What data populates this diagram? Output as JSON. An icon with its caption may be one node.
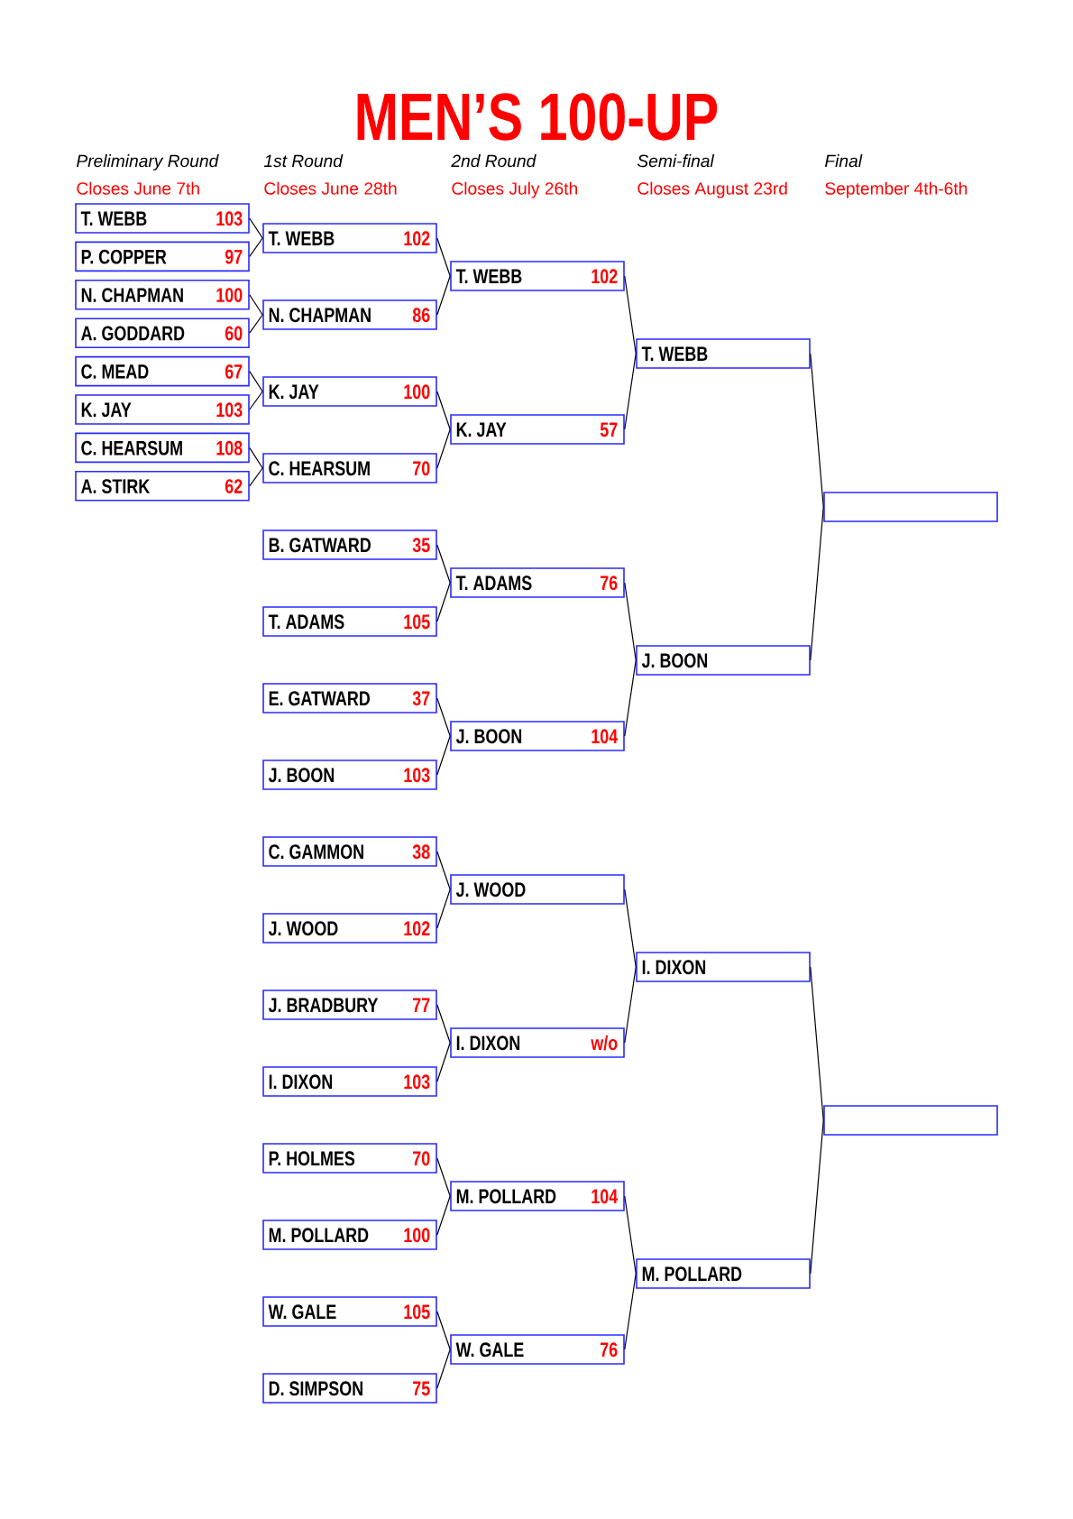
{
  "diagram": {
    "title": "MEN’S 100-UP",
    "nodes": [
      {
        "text": [
          "T. WEBB",
          "103"
        ]
      },
      {
        "text": [
          "P. COPPER",
          "97"
        ]
      },
      {
        "text": [
          "N. CHAPMAN",
          "100"
        ]
      },
      {
        "text": [
          "A. GODDARD",
          "60"
        ]
      },
      {
        "text": [
          "C. MEAD",
          "67"
        ]
      },
      {
        "text": [
          "K. JAY",
          "103"
        ]
      },
      {
        "text": [
          "C. HEARSUM",
          "108"
        ]
      },
      {
        "text": [
          "A. STIRK",
          "62"
        ]
      },
      {
        "text": [
          "T. WEBB",
          "102"
        ]
      },
      {
        "text": [
          "N. CHAPMAN",
          "86"
        ]
      },
      {
        "text": [
          "K. JAY",
          "100"
        ]
      },
      {
        "text": [
          "C. HEARSUM",
          "70"
        ]
      },
      {
        "text": [
          "B. GATWARD",
          "35"
        ]
      },
      {
        "text": [
          "T. ADAMS",
          "105"
        ]
      },
      {
        "text": [
          "E. GATWARD",
          "37"
        ]
      },
      {
        "text": [
          "J. BOON",
          "103"
        ]
      },
      {
        "text": [
          "C. GAMMON",
          "38"
        ]
      },
      {
        "text": [
          "J. WOOD",
          "102"
        ]
      },
      {
        "text": [
          "J. BRADBURY",
          "77"
        ]
      },
      {
        "text": [
          "I. DIXON",
          "103"
        ]
      },
      {
        "text": [
          "P. HOLMES",
          "70"
        ]
      },
      {
        "text": [
          "M. POLLARD",
          "100"
        ]
      },
      {
        "text": [
          "W. GALE",
          "105"
        ]
      },
      {
        "text": [
          "D. SIMPSON",
          "75"
        ]
      },
      {
        "text": [
          "T. WEBB",
          "102"
        ]
      },
      {
        "text": [
          "K. JAY",
          "57"
        ]
      },
      {
        "text": [
          "T. ADAMS",
          "76"
        ]
      },
      {
        "text": [
          "J. BOON",
          "104"
        ]
      },
      {
        "text": [
          "J. WOOD"
        ]
      },
      {
        "text": [
          "I. DIXON",
          "w/o"
        ]
      },
      {
        "text": [
          "M. POLLARD",
          "104"
        ]
      },
      {
        "text": [
          "W. GALE",
          "76"
        ]
      },
      {
        "text": [
          "T. WEBB"
        ]
      },
      {
        "text": [
          "J. BOON"
        ]
      },
      {
        "text": [
          "I. DIXON"
        ]
      },
      {
        "text": [
          "M. POLLARD"
        ]
      },
      {
        "text": [],
        "shape": "box"
      },
      {
        "text": [],
        "shape": "box"
      }
    ],
    "edges": [
      {
        "from": 0,
        "to": 8,
        "arrow": "none"
      },
      {
        "from": 1,
        "to": 8,
        "arrow": "none"
      },
      {
        "from": 2,
        "to": 9,
        "arrow": "none"
      },
      {
        "from": 3,
        "to": 9,
        "arrow": "none"
      },
      {
        "from": 4,
        "to": 10,
        "arrow": "none"
      },
      {
        "from": 5,
        "to": 10,
        "arrow": "none"
      },
      {
        "from": 6,
        "to": 11,
        "arrow": "none"
      },
      {
        "from": 7,
        "to": 11,
        "arrow": "none"
      },
      {
        "from": 8,
        "to": 24,
        "arrow": "none"
      },
      {
        "from": 9,
        "to": 24,
        "arrow": "none"
      },
      {
        "from": 10,
        "to": 25,
        "arrow": "none"
      },
      {
        "from": 11,
        "to": 25,
        "arrow": "none"
      },
      {
        "from": 12,
        "to": 26,
        "arrow": "none"
      },
      {
        "from": 13,
        "to": 26,
        "arrow": "none"
      },
      {
        "from": 14,
        "to": 27,
        "arrow": "none"
      },
      {
        "from": 15,
        "to": 27,
        "arrow": "none"
      },
      {
        "from": 16,
        "to": 28,
        "arrow": "none"
      },
      {
        "from": 17,
        "to": 28,
        "arrow": "none"
      },
      {
        "from": 18,
        "to": 29,
        "arrow": "none"
      },
      {
        "from": 19,
        "to": 29,
        "arrow": "none"
      },
      {
        "from": 20,
        "to": 30,
        "arrow": "none"
      },
      {
        "from": 21,
        "to": 30,
        "arrow": "none"
      },
      {
        "from": 22,
        "to": 31,
        "arrow": "none"
      },
      {
        "from": 23,
        "to": 31,
        "arrow": "none"
      },
      {
        "from": 24,
        "to": 32,
        "arrow": "none"
      },
      {
        "from": 25,
        "to": 32,
        "arrow": "none"
      },
      {
        "from": 26,
        "to": 33,
        "arrow": "none"
      },
      {
        "from": 27,
        "to": 33,
        "arrow": "none"
      },
      {
        "from": 28,
        "to": 34,
        "arrow": "none"
      },
      {
        "from": 29,
        "to": 34,
        "arrow": "none"
      },
      {
        "from": 30,
        "to": 35,
        "arrow": "none"
      },
      {
        "from": 31,
        "to": 35,
        "arrow": "none"
      },
      {
        "from": 32,
        "to": 36,
        "arrow": "none"
      },
      {
        "from": 33,
        "to": 36,
        "arrow": "none"
      },
      {
        "from": 34,
        "to": 37,
        "arrow": "none"
      },
      {
        "from": 35,
        "to": 37,
        "arrow": "none"
      }
    ],
    "labels": [
      "Preliminary Round",
      "1st Round",
      "2nd Round",
      "Semi-final",
      "Final",
      "Closes June 7th",
      "Closes June 28th",
      "Closes July 26th",
      "Closes August 23rd",
      "September 4th-6th"
    ]
  }
}
